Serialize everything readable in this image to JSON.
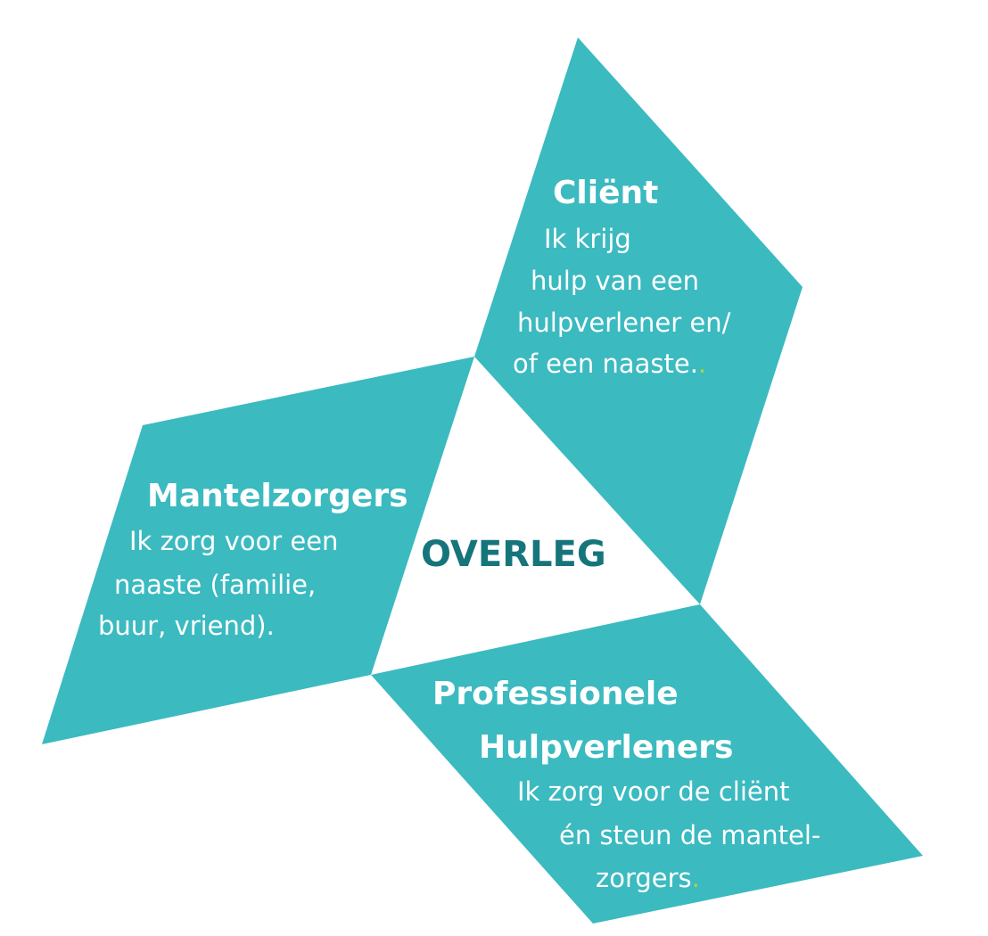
{
  "colors": {
    "shape": "#3bbac0",
    "center_text": "#15757b",
    "accent_dot": "#b5d334"
  },
  "center": {
    "label": "OVERLEG"
  },
  "client": {
    "title": "Cliënt",
    "lines": [
      "Ik krijg",
      "hulp van een",
      "hulpverlener en/",
      "of een naaste."
    ],
    "accent_dot": "."
  },
  "caregivers": {
    "title": "Mantelzorgers",
    "lines": [
      "Ik zorg voor een",
      "naaste (familie,",
      "buur, vriend)."
    ]
  },
  "professionals": {
    "title_lines": [
      "Professionele",
      "Hulpverleners"
    ],
    "lines": [
      "Ik zorg voor de cliënt",
      "én steun de mantel-",
      "zorgers"
    ],
    "accent_dot": "."
  }
}
